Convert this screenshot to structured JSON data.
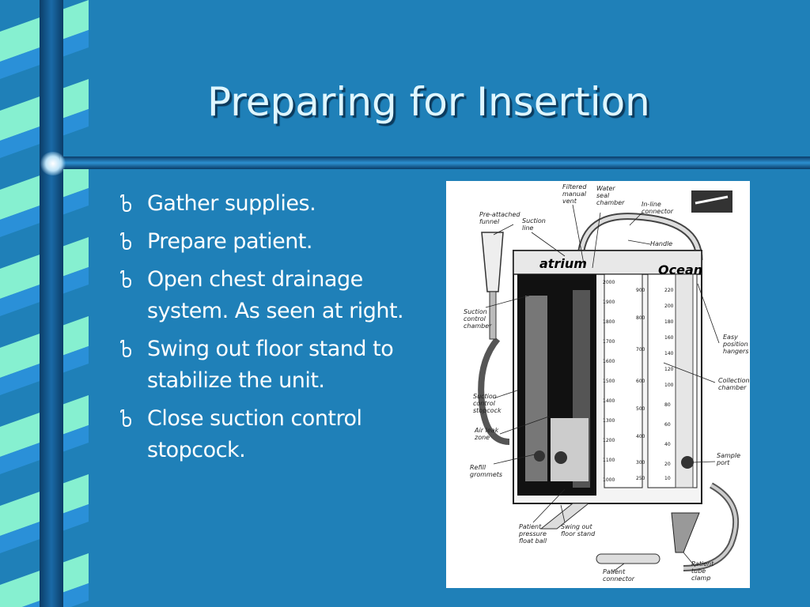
{
  "slide": {
    "title": "Preparing for Insertion",
    "bullets": [
      "Gather supplies.",
      "Prepare patient.",
      "Open chest drainage system.  As seen at right.",
      "Swing out floor stand to stabilize the unit.",
      "Close suction control stopcock."
    ],
    "bullet_glyph": "b-script-bullet-icon"
  },
  "figure": {
    "labels": {
      "filtered": [
        "Filtered",
        "manual",
        "vent"
      ],
      "water_seal": [
        "Water",
        "seal",
        "chamber"
      ],
      "inline": [
        "In-line",
        "connector"
      ],
      "pre_attached": [
        "Pre-attached",
        "funnel"
      ],
      "suction_line": [
        "Suction",
        "line"
      ],
      "handle": [
        "Handle"
      ],
      "suction_chamber": [
        "Suction",
        "control",
        "chamber"
      ],
      "easy": [
        "Easy",
        "position",
        "hangers"
      ],
      "collection": [
        "Collection",
        "chamber"
      ],
      "stopcock": [
        "Suction",
        "control",
        "stopcock"
      ],
      "airleak": [
        "Air leak",
        "zone"
      ],
      "refill": [
        "Refill",
        "grommets"
      ],
      "sample": [
        "Sample",
        "port"
      ],
      "float": [
        "Patient",
        "pressure",
        "float ball"
      ],
      "swing": [
        "Swing out",
        "floor stand"
      ],
      "connector": [
        "Patient",
        "connector"
      ],
      "clamp": [
        "Patient",
        "tube",
        "clamp"
      ]
    },
    "brand": "atrium",
    "model": "Ocean",
    "collection_scale": [
      "220",
      "200",
      "180",
      "160",
      "140",
      "120",
      "100",
      "80",
      "60",
      "40",
      "20",
      "10"
    ],
    "mid_scale": [
      "900",
      "800",
      "700",
      "600",
      "500",
      "400",
      "300",
      "250"
    ],
    "left_scale": [
      "2000",
      "1900",
      "1800",
      "1700",
      "1600",
      "1500",
      "1400",
      "1300",
      "1200",
      "1100",
      "1000"
    ]
  },
  "colors": {
    "background": "#1f80b8",
    "title_text": "#dff6ff",
    "ribbon_light": "#86f0d0",
    "ribbon_blue": "#2a90d8",
    "ribbon_dark": "#0d4d80"
  }
}
